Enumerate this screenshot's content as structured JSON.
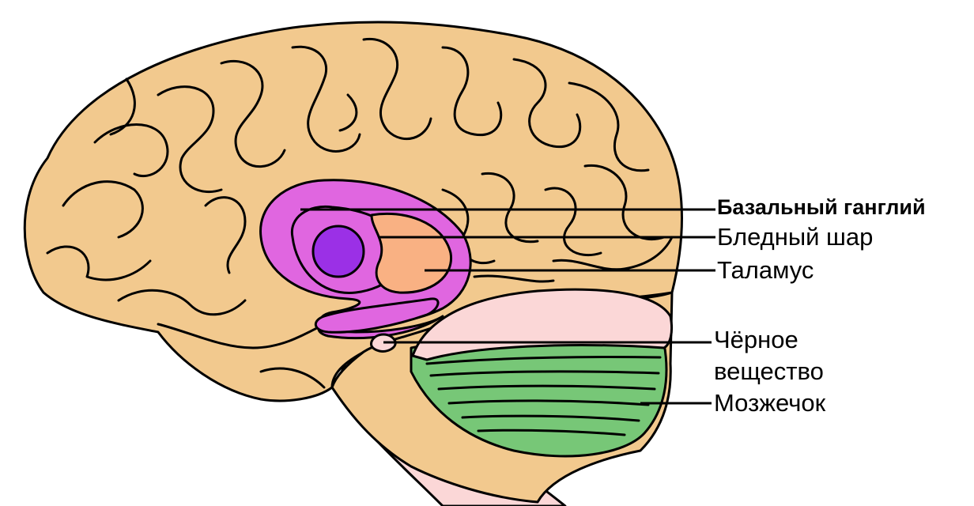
{
  "labels": {
    "basal_ganglia": "Базальный ганглий",
    "globus_pallidus": "Бледный шар",
    "thalamus": "Таламус",
    "substantia_nigra_line1": "Чёрное",
    "substantia_nigra_line2": "вещество",
    "cerebellum": "Мозжечок"
  },
  "colors": {
    "cortex": "#f2c98e",
    "basal_ganglia": "#e066e0",
    "globus_pallidus": "#9b30e6",
    "thalamus": "#f9b183",
    "brainstem": "#fbd7d7",
    "cerebellum": "#77c777"
  }
}
